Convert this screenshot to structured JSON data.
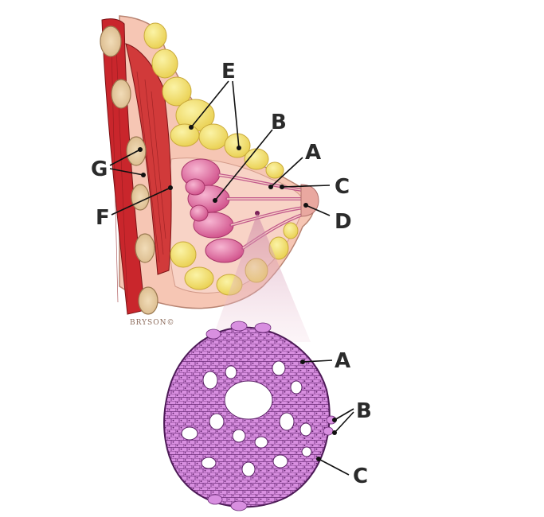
{
  "signature": "BRYSON©",
  "labels": {
    "upper": [
      "E",
      "B",
      "A",
      "C",
      "D",
      "G",
      "F"
    ],
    "lower": [
      "A",
      "B",
      "C"
    ]
  },
  "colors": {
    "skin": "#f6c6b4",
    "muscle": "#c9262c",
    "fat": "#f3e27a",
    "lobule": "#e46aa0",
    "cells": "#a64db0"
  }
}
